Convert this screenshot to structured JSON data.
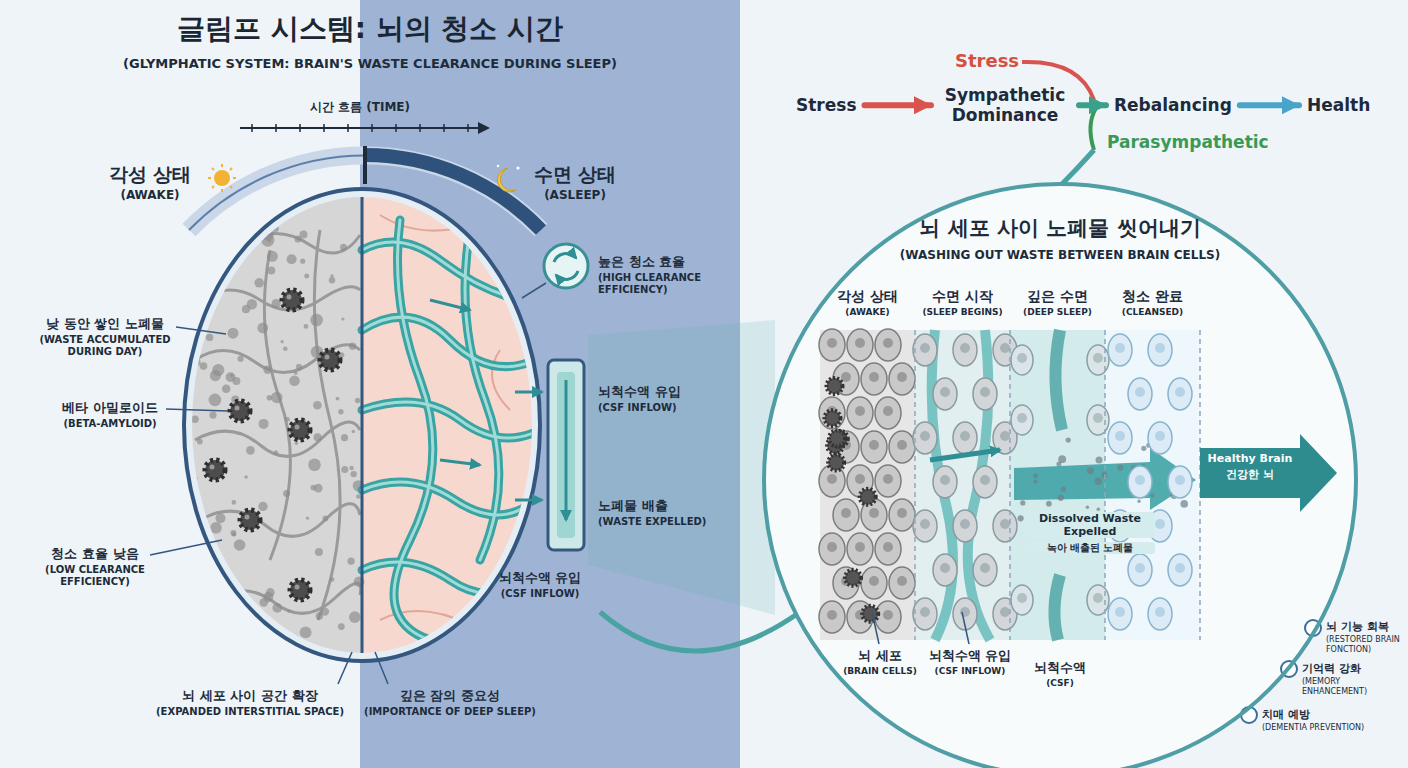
{
  "diagram": {
    "title": "글림프 시스템: 뇌의 청소 시간",
    "nodes": [
      {
        "text": [
          "Stress"
        ]
      },
      {
        "text": [
          "Sympathetic Dominance"
        ]
      },
      {
        "text": [
          "Rebalancing"
        ]
      },
      {
        "text": [
          "Health"
        ]
      },
      {
        "text": [
          "뇌 세포 사이 노폐물 씻어내기",
          "(WASHING OUT WASTE BETWEEN BRAIN CELLS)"
        ]
      }
    ],
    "edges": [
      {
        "from": 0,
        "to": 1,
        "arrow": "to"
      },
      {
        "from": 1,
        "to": 2,
        "arrow": "to"
      },
      {
        "from": 2,
        "to": 3,
        "arrow": "to"
      }
    ],
    "labels": [
      "(GLYMPHATIC SYSTEM: BRAIN'S WASTE CLEARANCE DURING SLEEP)",
      "시간 흐름 (TIME)",
      "각성 상태",
      "(AWAKE)",
      "수면 상태",
      "(ASLEEP)",
      "낮 동안 쌓인 노폐물",
      "(WASTE ACCUMULATED DURING DAY)",
      "베타 아밀로이드",
      "(BETA-AMYLOID)",
      "청소 효율 낮음",
      "(LOW CLEARANCE EFFICIENCY)",
      "뇌 세포 사이 공간 확장",
      "(EXPANDED INTERSTITIAL SPACE)",
      "깊은 잠의 중요성",
      "(IMPORTANCE OF DEEP SLEEP)",
      "높은 청소 효율",
      "(HIGH CLEARANCE EFFICIENCY)",
      "뇌척수액 유입",
      "(CSF INFLOW)",
      "노폐물 배출",
      "(WASTE EXPELLED)",
      "뇌척수액 유입",
      "(CSF INFLOW)",
      "Stress",
      "Parasympathetic",
      "각성 상태",
      "(AWAKE)",
      "수면 시작",
      "(SLEEP BEGINS)",
      "깊은 수면",
      "(DEEP SLEEP)",
      "청소 완료",
      "(CLEANSED)",
      "Dissolved Waste Expelled",
      "녹아 배출된 노폐물",
      "Healthy Brain",
      "건강한 뇌",
      "뇌 세포",
      "(BRAIN CELLS)",
      "뇌척수액 유입",
      "(CSF INFLOW)",
      "뇌척수액",
      "(CSF)",
      "뇌 기능 회복",
      "(RESTORED BRAIN FONCTION)",
      "기억력 강화",
      "(MEMORY ENHANCEMENT)",
      "치매 예방",
      "(DEMENTIA PREVENTION)"
    ]
  }
}
